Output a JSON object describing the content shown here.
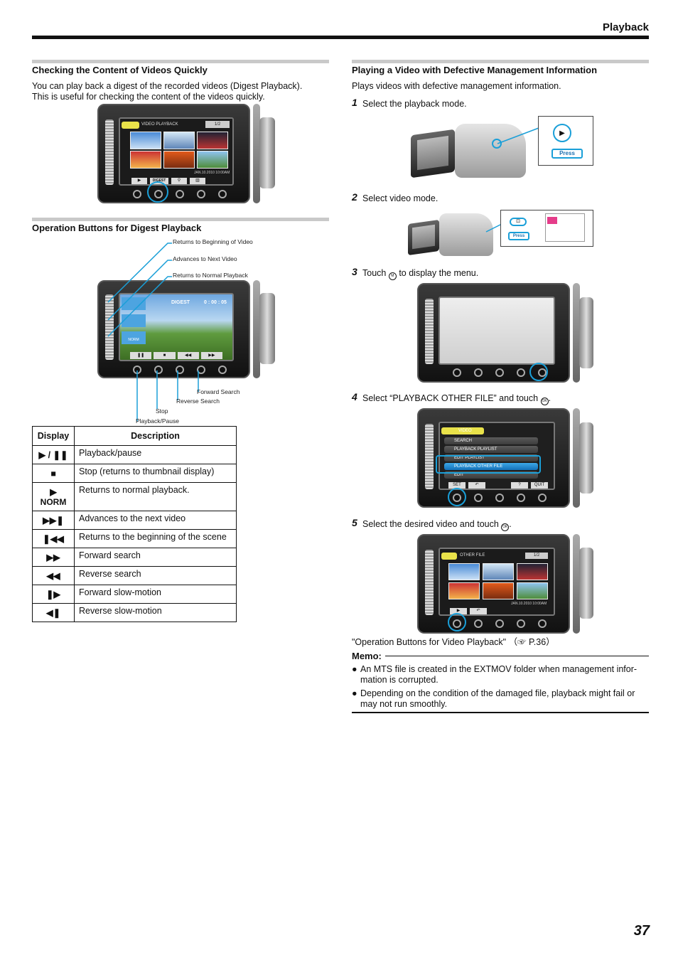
{
  "header": {
    "title": "Playback",
    "page_number": "37"
  },
  "left": {
    "section1": {
      "heading": "Checking the Content of Videos Quickly",
      "body_line1": "You can play back a digest of the recorded videos (Digest Playback).",
      "body_line2": "This is useful for checking the content of the videos quickly.",
      "screen": {
        "title": "VIDEO PLAYBACK",
        "counter": "1/2",
        "button": "DIGEST",
        "date": "JAN.10.2010 10:00AM"
      }
    },
    "section2": {
      "heading": "Operation Buttons for Digest Playback",
      "callouts_top": [
        "Returns to Beginning of Video",
        "Advances to Next Video",
        "Returns to Normal Playback"
      ],
      "callouts_bottom": [
        "Forward Search",
        "Reverse Search",
        "Stop",
        "Playback/Pause"
      ],
      "screen": {
        "mode": "DIGEST",
        "time": "0 : 00 : 05",
        "norm": "NORM"
      }
    },
    "table": {
      "col_display": "Display",
      "col_description": "Description",
      "rows": [
        {
          "display": "▶ / ❚❚",
          "description": "Playback/pause"
        },
        {
          "display": "■",
          "description": "Stop (returns to thumbnail display)"
        },
        {
          "display": "▶",
          "display_sub": "NORM",
          "description": "Returns to normal playback."
        },
        {
          "display": "▶▶❚",
          "description": "Advances to the next video"
        },
        {
          "display": "❚◀◀",
          "description": "Returns to the beginning of the scene"
        },
        {
          "display": "▶▶",
          "description": "Forward search"
        },
        {
          "display": "◀◀",
          "description": "Reverse search"
        },
        {
          "display": "❚▶",
          "description": "Forward slow-motion"
        },
        {
          "display": "◀❚",
          "description": "Reverse slow-motion"
        }
      ]
    }
  },
  "right": {
    "heading": "Playing a Video with Defective Management Information",
    "intro": "Plays videos with defective management information.",
    "steps": [
      {
        "num": "1",
        "text": "Select the playback mode."
      },
      {
        "num": "2",
        "text": "Select video mode."
      },
      {
        "num": "3",
        "text_before": "Touch",
        "text_after": "to display the menu."
      },
      {
        "num": "4",
        "text_before": "Select “PLAYBACK OTHER FILE” and touch",
        "text_after": "."
      },
      {
        "num": "5",
        "text_before": "Select the desired video and touch",
        "text_after": "."
      }
    ],
    "press_label": "Press",
    "menu_screen": {
      "title": "VIDEO",
      "items": [
        "SEARCH",
        "PLAYBACK PLAYLIST",
        "EDIT PLAYLIST",
        "PLAYBACK OTHER FILE",
        "EDIT"
      ],
      "set": "SET",
      "help": "?",
      "quit": "QUIT"
    },
    "other_file_screen": {
      "title": "OTHER FILE",
      "counter": "1/2",
      "date": "JAN.10.2010 10:00AM"
    },
    "reference": "\"Operation Buttons for Video Playback\"  （☞ P.36）",
    "memo": {
      "label": "Memo:",
      "bullets": [
        [
          "An MTS file is created in the EXTMOV folder when management infor-",
          "mation is corrupted."
        ],
        [
          "Depending on the condition of the damaged file, playback might fail or",
          "may not run smoothly."
        ]
      ]
    },
    "colors": {
      "accent": "#1a9fd8",
      "menu_selected": "#1370b8"
    },
    "icons": [
      "menu-icon",
      "ok-icon",
      "playback-mode-icon",
      "video-mode-icon"
    ]
  }
}
